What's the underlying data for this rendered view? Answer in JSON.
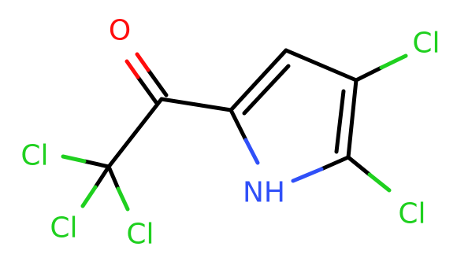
{
  "colors": {
    "bond": "#000000",
    "chlorine": "#1fd01f",
    "oxygen": "#ff0d0d",
    "nitrogen": "#3050f8",
    "background": "#ffffff"
  },
  "atoms": {
    "o1": "O",
    "cl_c4": "Cl",
    "cl_c5": "Cl",
    "nh": "NH",
    "cl_a": "Cl",
    "cl_b": "Cl",
    "cl_c": "Cl"
  }
}
